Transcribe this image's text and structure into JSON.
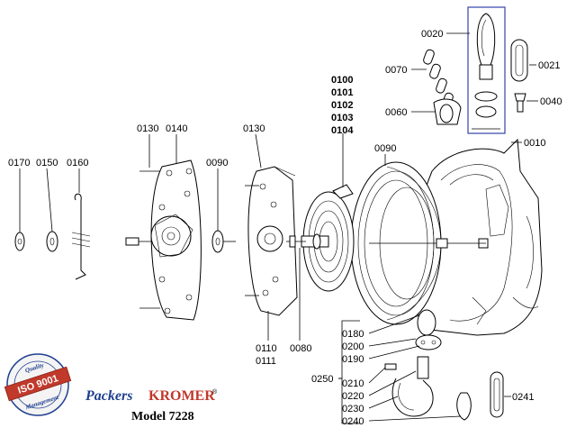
{
  "labels": {
    "p0020": "0020",
    "p0021": "0021",
    "p0040": "0040",
    "p0070": "0070",
    "p0060": "0060",
    "p0010": "0010",
    "p0090a": "0090",
    "p0100": "0100",
    "p0101": "0101",
    "p0102": "0102",
    "p0103": "0103",
    "p0104": "0104",
    "p0130a": "0130",
    "p0140": "0140",
    "p0130b": "0130",
    "p0090b": "0090",
    "p0170": "0170",
    "p0150": "0150",
    "p0160": "0160",
    "p0110": "0110",
    "p0111": "0111",
    "p0080": "0080",
    "p0180": "0180",
    "p0200": "0200",
    "p0190": "0190",
    "p0250": "0250",
    "p0210": "0210",
    "p0220": "0220",
    "p0230": "0230",
    "p0240": "0240",
    "p0241": "0241"
  },
  "brand": {
    "packers": "Packers",
    "kromer": "KROMER",
    "registered": "®",
    "model": "Model 7228"
  },
  "iso_seal": {
    "top": "Quality",
    "center": "ISO 9001",
    "bottom": "Management"
  },
  "colors": {
    "brand_blue": "#1f3f8f",
    "brand_red": "#c0392b",
    "highlight_box": "#3344aa"
  }
}
